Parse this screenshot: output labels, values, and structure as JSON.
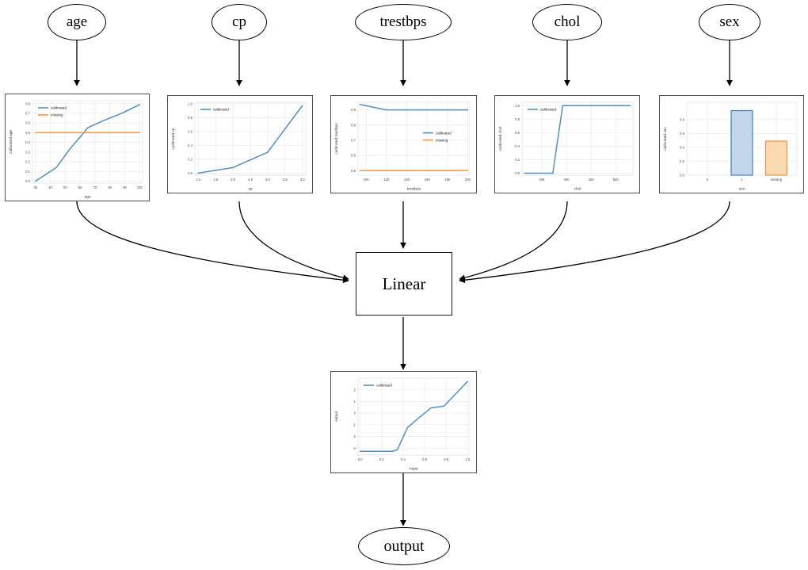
{
  "graph": {
    "title": "calibrated-linear-model-diagram",
    "input_nodes": [
      {
        "id": "age",
        "label": "age"
      },
      {
        "id": "cp",
        "label": "cp"
      },
      {
        "id": "trestbps",
        "label": "trestbps"
      },
      {
        "id": "chol",
        "label": "chol"
      },
      {
        "id": "sex",
        "label": "sex"
      }
    ],
    "linear_node_label": "Linear",
    "output_node_label": "output"
  },
  "colors": {
    "calibrated": "#4c90c8",
    "missing": "#f5953f",
    "bar_blue_face": "#c3d7ea",
    "bar_blue_edge": "#3b7fb6",
    "bar_orange_face": "#fbd9b0",
    "bar_orange_edge": "#f5913c",
    "panel_border": "#4d4d4d",
    "edge_stroke": "#000000",
    "grid": "#e9e9e9",
    "axis_text": "#444444"
  },
  "chart_data": [
    {
      "id": "age",
      "type": "line",
      "title": "",
      "xlabel": "age",
      "ylabel": "calibrated age",
      "xlim": [
        28,
        102
      ],
      "ylim": [
        -0.02,
        0.83
      ],
      "xticks": [
        30,
        40,
        50,
        60,
        70,
        80,
        90,
        100
      ],
      "yticks": [
        0.0,
        0.1,
        0.2,
        0.3,
        0.4,
        0.5,
        0.6,
        0.7,
        0.8
      ],
      "grid": true,
      "legend": [
        "calibrated",
        "missing"
      ],
      "legend_position": "upper-left",
      "series": [
        {
          "name": "calibrated",
          "color": "#4c90c8",
          "x": [
            30,
            44,
            53,
            62,
            65,
            75,
            88,
            100
          ],
          "y": [
            0.0,
            0.14,
            0.33,
            0.49,
            0.55,
            0.62,
            0.7,
            0.79
          ]
        },
        {
          "name": "missing",
          "color": "#f5953f",
          "x": [
            30,
            100
          ],
          "y": [
            0.5,
            0.5
          ]
        }
      ]
    },
    {
      "id": "cp",
      "type": "line",
      "title": "",
      "xlabel": "cp",
      "ylabel": "calibrated cp",
      "xlim": [
        0.9,
        4.1
      ],
      "ylim": [
        -0.03,
        1.02
      ],
      "xticks": [
        1.0,
        1.5,
        2.0,
        2.5,
        3.0,
        3.5,
        4.0
      ],
      "yticks": [
        0.0,
        0.2,
        0.4,
        0.6,
        0.8,
        1.0
      ],
      "grid": true,
      "legend": [
        "calibrated"
      ],
      "legend_position": "upper-left",
      "series": [
        {
          "name": "calibrated",
          "color": "#4c90c8",
          "x": [
            1.0,
            2.0,
            3.0,
            4.0
          ],
          "y": [
            0.0,
            0.08,
            0.3,
            0.97
          ]
        }
      ]
    },
    {
      "id": "trestbps",
      "type": "line",
      "title": "",
      "xlabel": "trestbps",
      "ylabel": "calibrated trestbps",
      "xlim": [
        92,
        202
      ],
      "ylim": [
        0.47,
        0.95
      ],
      "xticks": [
        100,
        120,
        140,
        160,
        180,
        200
      ],
      "yticks": [
        0.5,
        0.6,
        0.7,
        0.8,
        0.9
      ],
      "grid": true,
      "legend": [
        "calibrated",
        "missing"
      ],
      "legend_position": "center-right",
      "series": [
        {
          "name": "calibrated",
          "color": "#4c90c8",
          "x": [
            94,
            120,
            200
          ],
          "y": [
            0.935,
            0.9,
            0.9
          ]
        },
        {
          "name": "missing",
          "color": "#f5953f",
          "x": [
            94,
            200
          ],
          "y": [
            0.5,
            0.5
          ]
        }
      ]
    },
    {
      "id": "chol",
      "type": "line",
      "title": "",
      "xlabel": "chol",
      "ylabel": "calibrated chol",
      "xlim": [
        120,
        570
      ],
      "ylim": [
        -0.03,
        1.05
      ],
      "xticks": [
        200,
        300,
        400,
        500
      ],
      "yticks": [
        0.0,
        0.2,
        0.4,
        0.6,
        0.8,
        1.0
      ],
      "grid": true,
      "legend": [
        "calibrated"
      ],
      "legend_position": "upper-left",
      "series": [
        {
          "name": "calibrated",
          "color": "#4c90c8",
          "x": [
            130,
            245,
            285,
            560
          ],
          "y": [
            0.0,
            0.0,
            1.0,
            1.0
          ]
        }
      ]
    },
    {
      "id": "sex",
      "type": "bar",
      "title": "",
      "xlabel": "sex",
      "ylabel": "calibrated sex",
      "categories": [
        "0",
        "1",
        "missing"
      ],
      "values": [
        0.0,
        0.93,
        0.49
      ],
      "bar_colors": [
        "#c3d7ea",
        "#c3d7ea",
        "#fbd9b0"
      ],
      "bar_edge_colors": [
        "#3b7fb6",
        "#3b7fb6",
        "#f5913c"
      ],
      "ylim": [
        0,
        1.0
      ],
      "yticks": [
        0.0,
        0.2,
        0.4,
        0.6,
        0.8
      ],
      "grid": true,
      "legend": []
    },
    {
      "id": "output",
      "type": "line",
      "title": "",
      "xlabel": "input",
      "ylabel": "output",
      "xlim": [
        -0.02,
        1.02
      ],
      "ylim": [
        -3.6,
        3.0
      ],
      "xticks": [
        0.0,
        0.2,
        0.4,
        0.6,
        0.8,
        1.0
      ],
      "yticks": [
        -3,
        -2,
        -1,
        0,
        1,
        2
      ],
      "grid": true,
      "legend": [
        "calibrated"
      ],
      "legend_position": "upper-left",
      "series": [
        {
          "name": "calibrated",
          "color": "#4c90c8",
          "x": [
            0.0,
            0.3,
            0.345,
            0.44,
            0.54,
            0.66,
            0.78,
            1.0
          ],
          "y": [
            -3.28,
            -3.28,
            -3.15,
            -1.25,
            -0.45,
            0.45,
            0.6,
            2.72
          ]
        }
      ]
    }
  ]
}
